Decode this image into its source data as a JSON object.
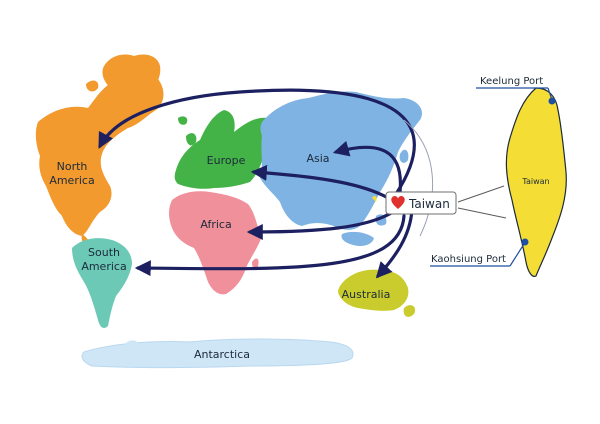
{
  "map": {
    "continents": {
      "north_america": {
        "line1": "North",
        "line2": "America",
        "color": "#f29a2e"
      },
      "south_america": {
        "line1": "South",
        "line2": "America",
        "color": "#6cc9b6"
      },
      "europe": {
        "label": "Europe",
        "color": "#44b347"
      },
      "africa": {
        "label": "Africa",
        "color": "#f0909a"
      },
      "asia": {
        "label": "Asia",
        "color": "#7fb3e3"
      },
      "australia": {
        "label": "Australia",
        "color": "#c9cc2c"
      },
      "antarctica": {
        "label": "Antarctica",
        "color": "#cfe6f7"
      }
    },
    "origin": {
      "label": "Taiwan",
      "icon": "heart-icon",
      "heart_color": "#e0312f"
    },
    "inset": {
      "island_label": "Taiwan",
      "island_color": "#f4dd35",
      "ports": [
        {
          "name": "Keelung Port"
        },
        {
          "name": "Kaohsiung Port"
        }
      ]
    },
    "arrow_color": "#1d2060",
    "routes": [
      {
        "to": "North America"
      },
      {
        "to": "South America"
      },
      {
        "to": "Europe"
      },
      {
        "to": "Africa"
      },
      {
        "to": "Asia"
      },
      {
        "to": "Australia"
      }
    ]
  }
}
